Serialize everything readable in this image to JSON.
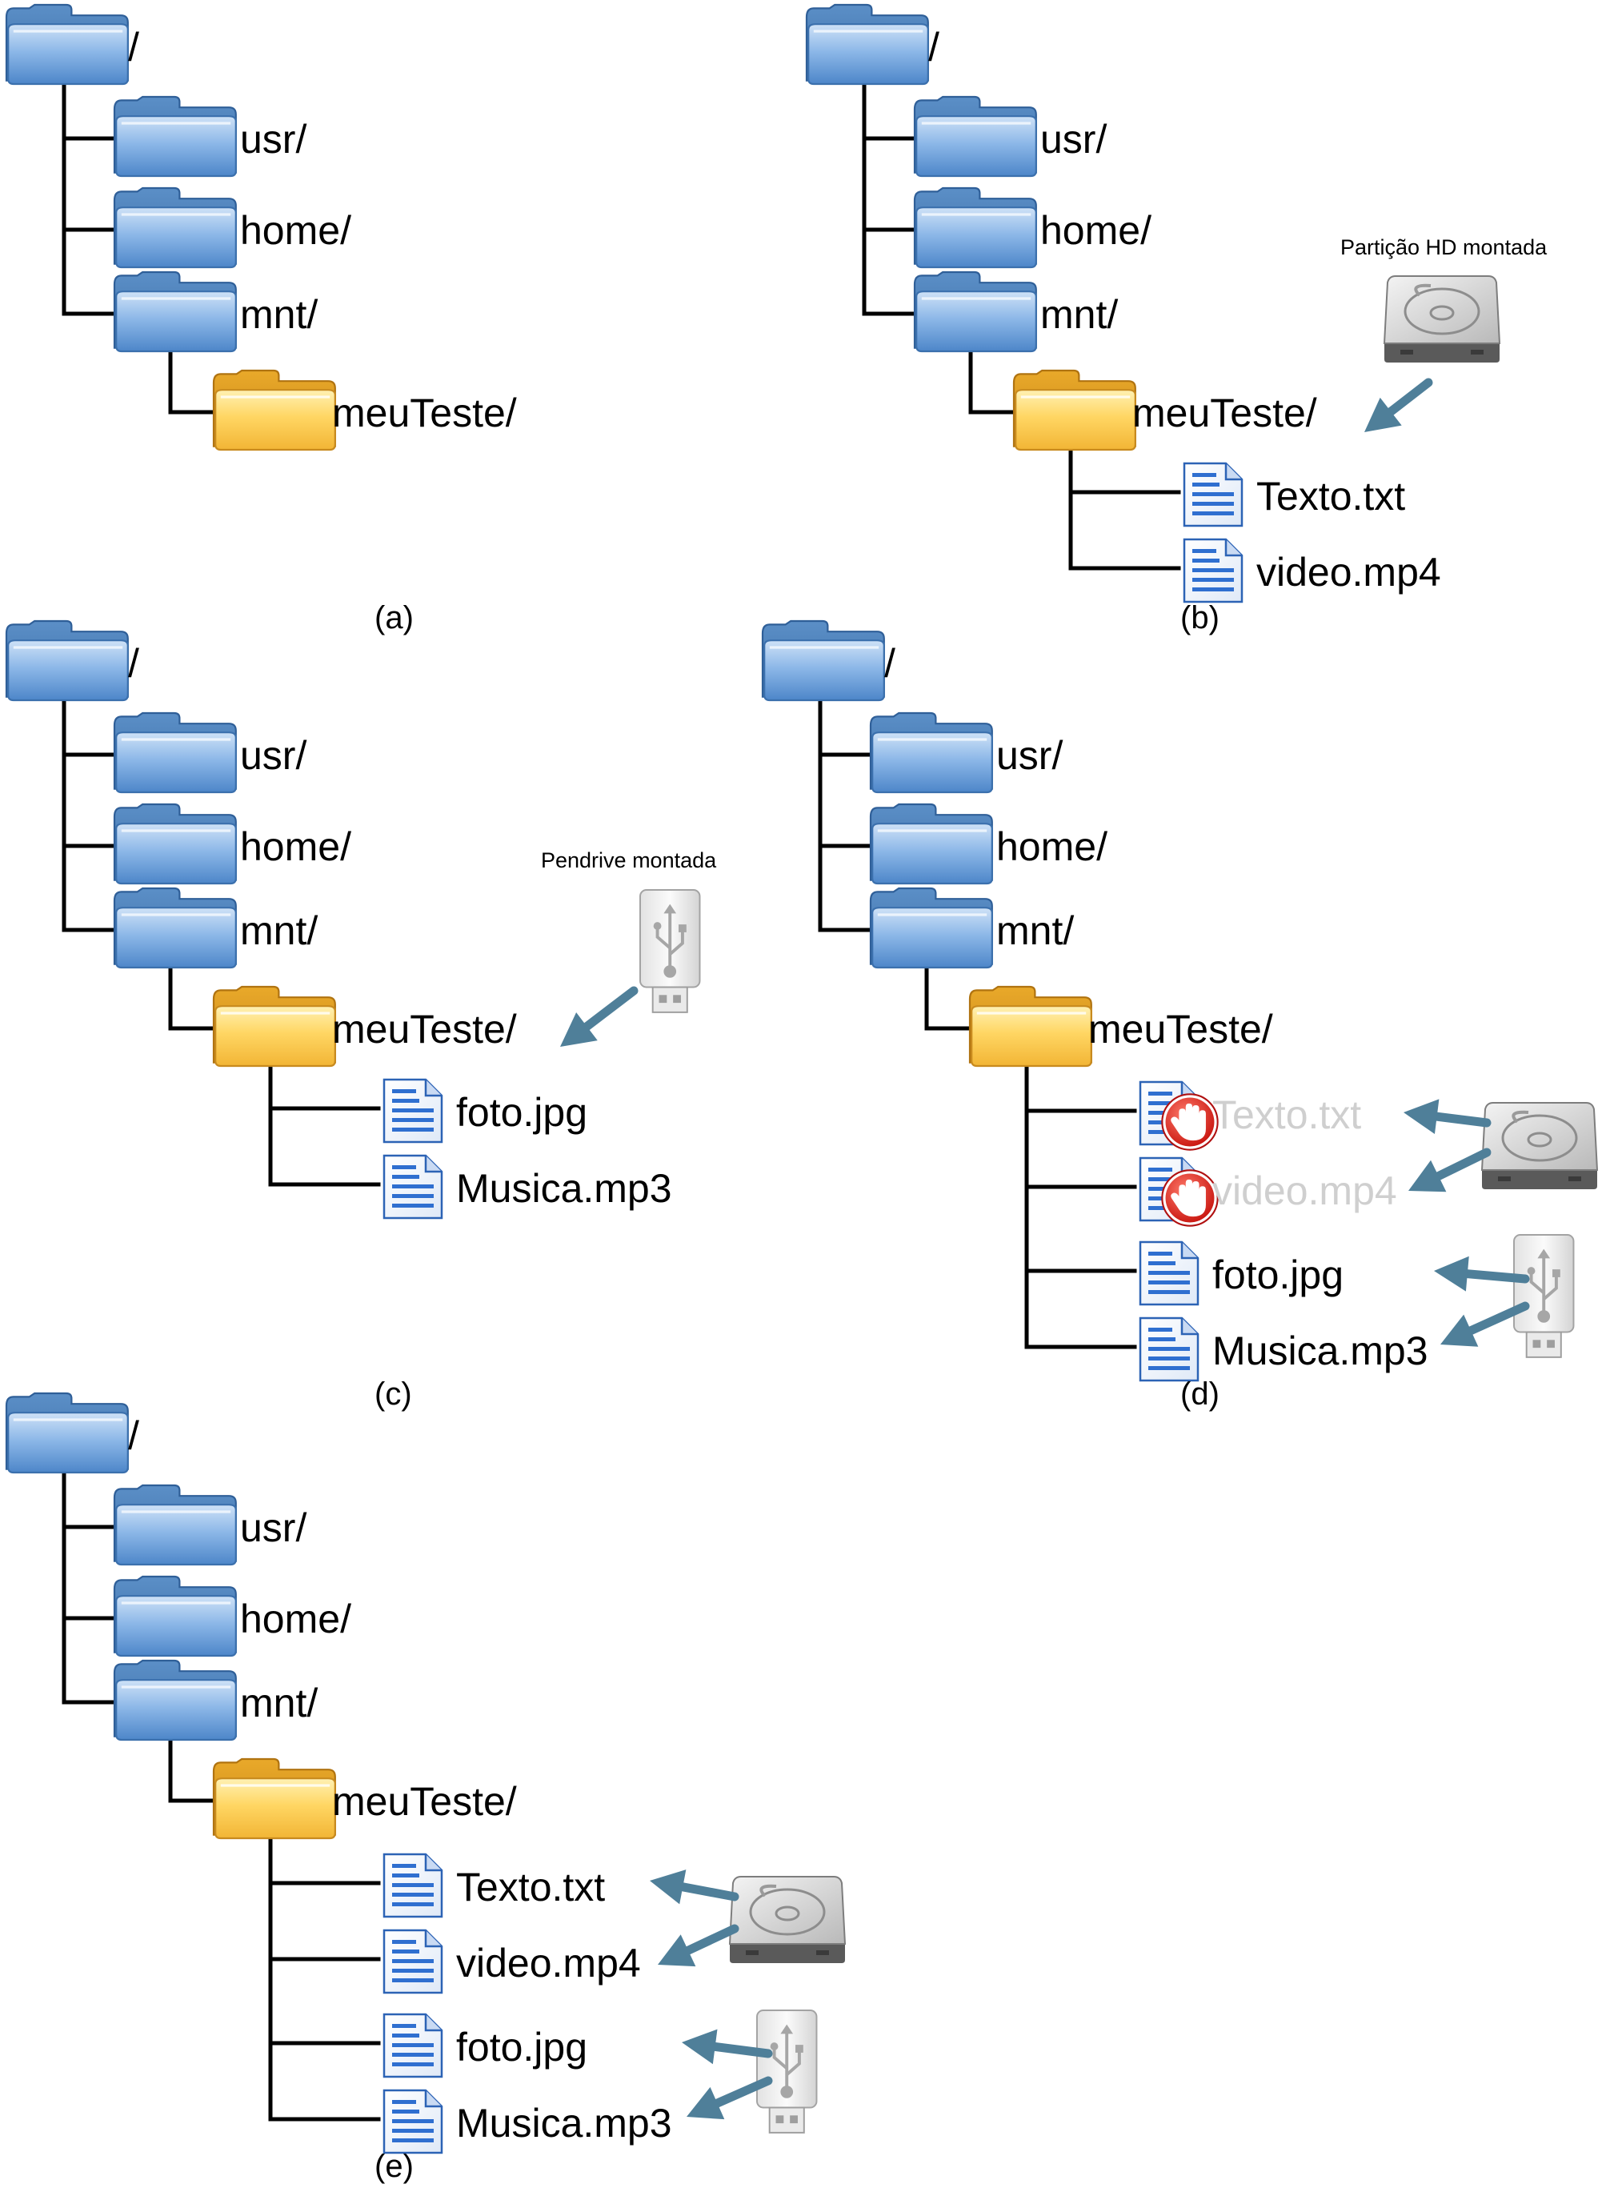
{
  "panels": [
    {
      "caption": "(a)",
      "nodes": [
        {
          "label": "/",
          "icon": "folder-blue-icon"
        },
        {
          "label": "usr/",
          "icon": "folder-blue-icon"
        },
        {
          "label": "home/",
          "icon": "folder-blue-icon"
        },
        {
          "label": "mnt/",
          "icon": "folder-blue-icon"
        },
        {
          "label": "meuTeste/",
          "icon": "folder-yellow-icon"
        }
      ]
    },
    {
      "caption": "(b)",
      "nodes": [
        {
          "label": "/",
          "icon": "folder-blue-icon"
        },
        {
          "label": "usr/",
          "icon": "folder-blue-icon"
        },
        {
          "label": "home/",
          "icon": "folder-blue-icon"
        },
        {
          "label": "mnt/",
          "icon": "folder-blue-icon"
        },
        {
          "label": "meuTeste/",
          "icon": "folder-yellow-icon"
        },
        {
          "label": "Texto.txt",
          "icon": "document-icon"
        },
        {
          "label": "video.mp4",
          "icon": "document-icon"
        }
      ],
      "device": {
        "title": "Partição HD montada",
        "icon": "hard-drive-icon"
      }
    },
    {
      "caption": "(c)",
      "nodes": [
        {
          "label": "/",
          "icon": "folder-blue-icon"
        },
        {
          "label": "usr/",
          "icon": "folder-blue-icon"
        },
        {
          "label": "home/",
          "icon": "folder-blue-icon"
        },
        {
          "label": "mnt/",
          "icon": "folder-blue-icon"
        },
        {
          "label": "meuTeste/",
          "icon": "folder-yellow-icon"
        },
        {
          "label": "foto.jpg",
          "icon": "document-icon"
        },
        {
          "label": "Musica.mp3",
          "icon": "document-icon"
        }
      ],
      "device": {
        "title": "Pendrive montada",
        "icon": "usb-drive-icon"
      }
    },
    {
      "caption": "(d)",
      "nodes": [
        {
          "label": "/",
          "icon": "folder-blue-icon"
        },
        {
          "label": "usr/",
          "icon": "folder-blue-icon"
        },
        {
          "label": "home/",
          "icon": "folder-blue-icon"
        },
        {
          "label": "mnt/",
          "icon": "folder-blue-icon"
        },
        {
          "label": "meuTeste/",
          "icon": "folder-yellow-icon"
        },
        {
          "label": "Texto.txt",
          "icon": "document-icon",
          "blocked": true
        },
        {
          "label": "video.mp4",
          "icon": "document-icon",
          "blocked": true
        },
        {
          "label": "foto.jpg",
          "icon": "document-icon"
        },
        {
          "label": "Musica.mp3",
          "icon": "document-icon"
        }
      ],
      "devices": [
        "hard-drive-icon",
        "usb-drive-icon"
      ]
    },
    {
      "caption": "(e)",
      "nodes": [
        {
          "label": "/",
          "icon": "folder-blue-icon"
        },
        {
          "label": "usr/",
          "icon": "folder-blue-icon"
        },
        {
          "label": "home/",
          "icon": "folder-blue-icon"
        },
        {
          "label": "mnt/",
          "icon": "folder-blue-icon"
        },
        {
          "label": "meuTeste/",
          "icon": "folder-yellow-icon"
        },
        {
          "label": "Texto.txt",
          "icon": "document-icon"
        },
        {
          "label": "video.mp4",
          "icon": "document-icon"
        },
        {
          "label": "foto.jpg",
          "icon": "document-icon"
        },
        {
          "label": "Musica.mp3",
          "icon": "document-icon"
        }
      ],
      "devices": [
        "hard-drive-icon",
        "usb-drive-icon"
      ]
    }
  ],
  "colors": {
    "folder_blue": "#5b9ad8",
    "folder_yellow": "#f6c445",
    "document_blue": "#2f6fd0",
    "arrow": "#4f7f99",
    "blocked_red": "#d9261c",
    "blocked_text": "#cfcfcf"
  }
}
